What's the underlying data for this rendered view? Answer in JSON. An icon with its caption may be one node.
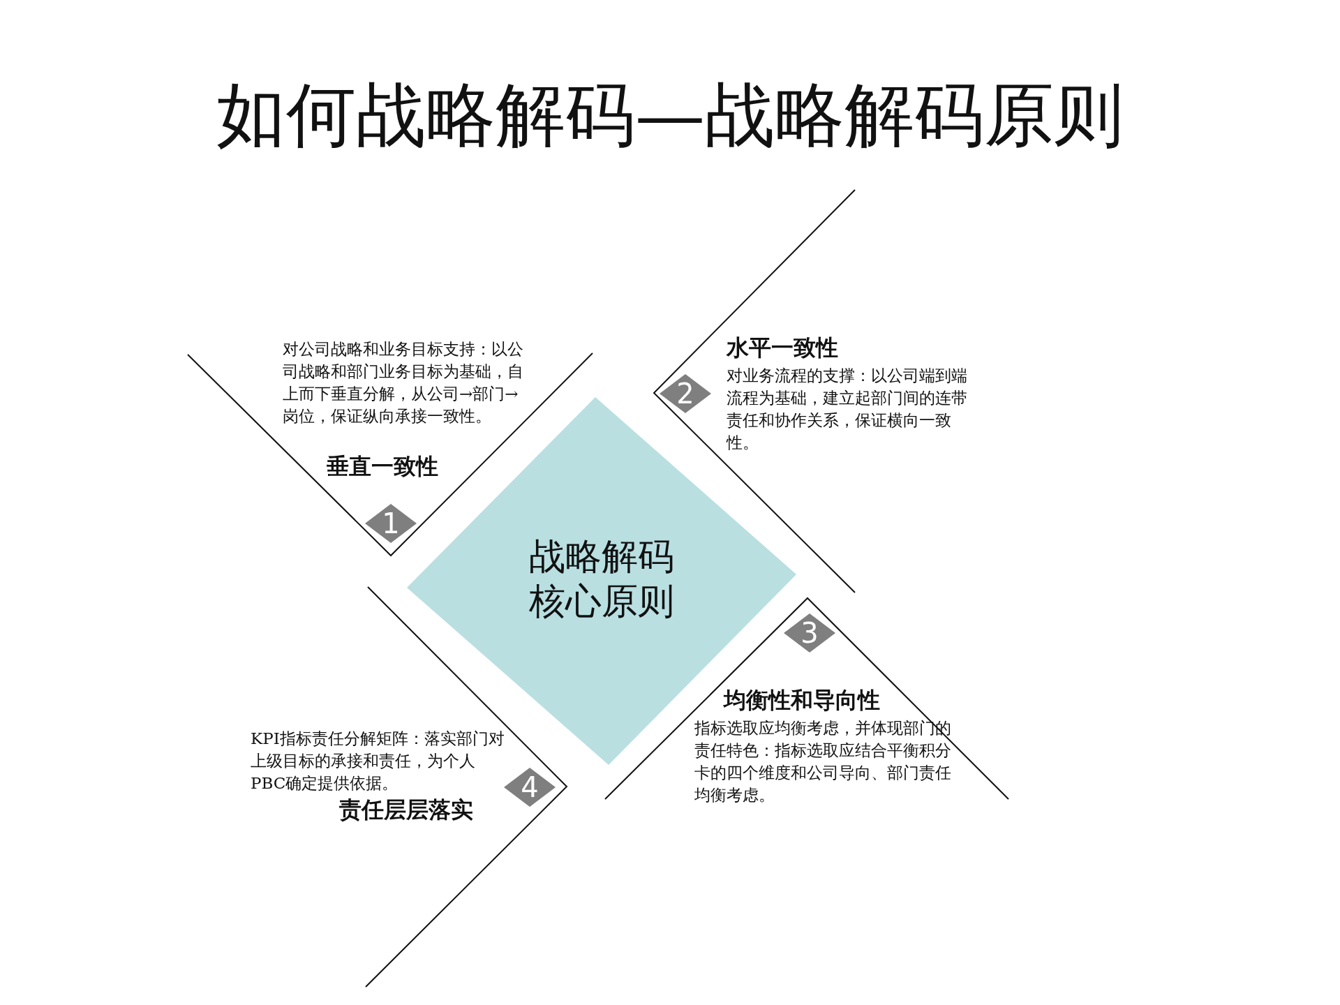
{
  "diagram": {
    "title": "如何战略解码—战略解码原则",
    "nodes": [
      {
        "text": [
          "战略解码核心原则"
        ]
      },
      {
        "text": [
          "1"
        ]
      },
      {
        "text": [
          "2"
        ]
      },
      {
        "text": [
          "3"
        ]
      },
      {
        "text": [
          "4"
        ]
      }
    ],
    "labels": [
      "对公司战略和业务目标支持：以公司战略和部门业务目标为基础，自上而下垂直分解，从公司→部门→岗位，保证纵向承接一致性。",
      "垂直一致性",
      "水平一致性",
      "对业务流程的支撑：以公司端到端流程为基础，建立起部门间的连带责任和协作关系，保证横向一致性。",
      "均衡性和导向性",
      "指标选取应均衡考虑，并体现部门的责任特色：指标选取应结合平衡积分卡的四个维度和公司导向、部门责任均衡考虑。",
      "KPI指标责任分解矩阵：落实部门对上级目标的承接和责任，为个人PBC确定提供依据。",
      "责任层层落实"
    ]
  }
}
